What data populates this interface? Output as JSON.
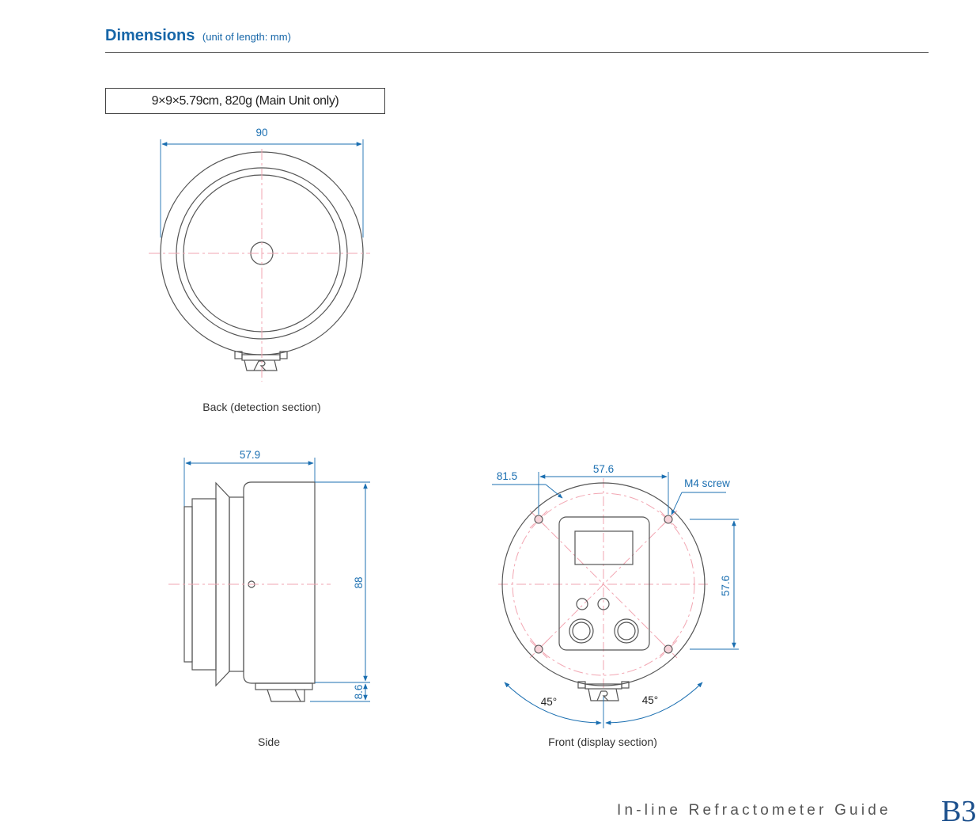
{
  "header": {
    "title": "Dimensions",
    "subtitle": "(unit of length: mm)"
  },
  "spec": "9×9×5.79cm, 820g (Main Unit only)",
  "views": {
    "back": {
      "caption": "Back (detection section)",
      "width_label": "90"
    },
    "side": {
      "caption": "Side",
      "depth_label": "57.9",
      "height_label": "88",
      "foot_label": "8.6"
    },
    "front": {
      "caption": "Front (display section)",
      "diameter_label": "81.5",
      "hole_spacing_h": "57.6",
      "hole_spacing_v": "57.6",
      "screw_label": "M4 screw",
      "angle_left": "45°",
      "angle_right": "45°"
    }
  },
  "colors": {
    "dimension": "#1b6fb1",
    "center_line": "#f2a6b2",
    "outline": "#555555",
    "accent": "#1666a8"
  },
  "footer": {
    "guide_title": "In-line Refractometer Guide",
    "page_number": "B3"
  }
}
